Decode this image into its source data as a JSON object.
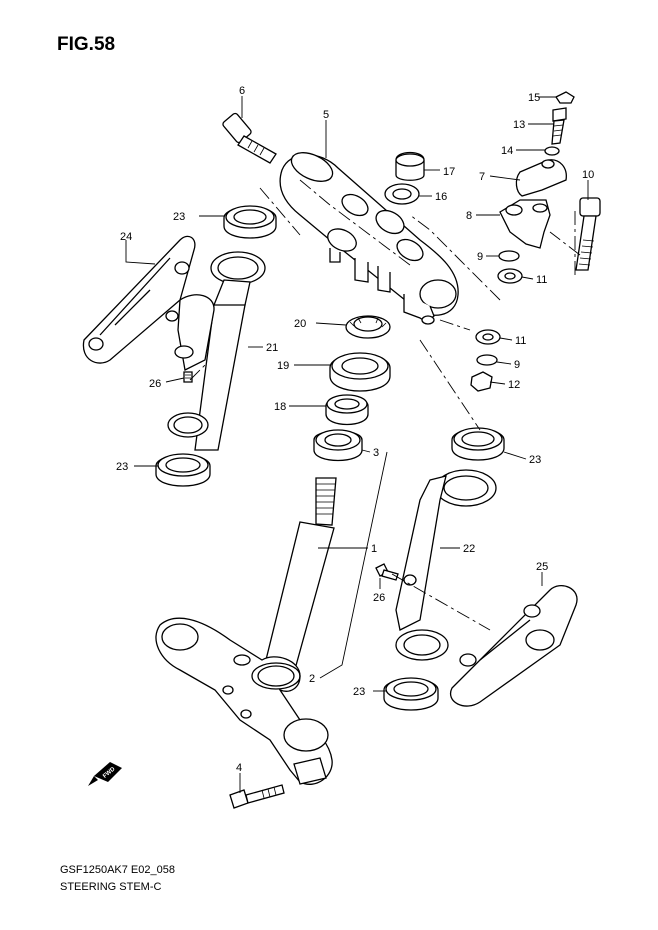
{
  "figure": {
    "title": "FIG.58"
  },
  "footer": {
    "code": "GSF1250AK7 E02_058",
    "caption": "STEERING STEM-C"
  },
  "fwd_label": "FWD",
  "callouts": [
    "1",
    "2",
    "3",
    "4",
    "5",
    "6",
    "7",
    "8",
    "9",
    "9",
    "10",
    "11",
    "11",
    "12",
    "13",
    "14",
    "15",
    "16",
    "17",
    "18",
    "19",
    "20",
    "21",
    "22",
    "23",
    "23",
    "23",
    "23",
    "24",
    "25",
    "26",
    "26"
  ]
}
